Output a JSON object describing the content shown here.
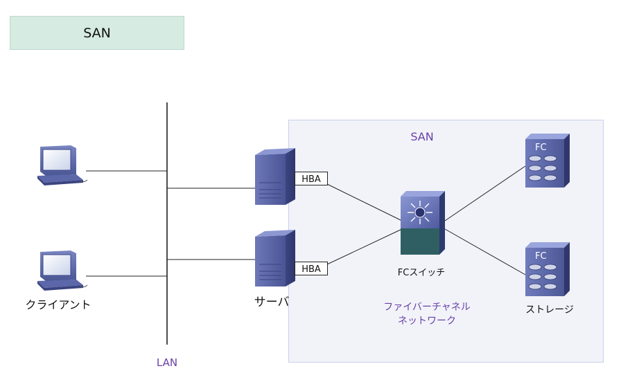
{
  "title": "SAN",
  "san_area_label": "SAN",
  "lan_label": "LAN",
  "client_label": "クライアント",
  "server_label": "サーバ",
  "hba_label": "HBA",
  "switch_label": "FCスイッチ",
  "fabric_label_line1": "ファイバーチャネル",
  "fabric_label_line2": "ネットワーク",
  "storage_label": "ストレージ",
  "storage_badge": "FC",
  "colors": {
    "title_bg": "#d6ebe1",
    "san_bg": "#f1f3f9",
    "san_border": "#c7d0e6",
    "accent_text": "#6a3fa6",
    "device_blue": "#5a67a8",
    "switch_teal": "#2f5f63"
  }
}
